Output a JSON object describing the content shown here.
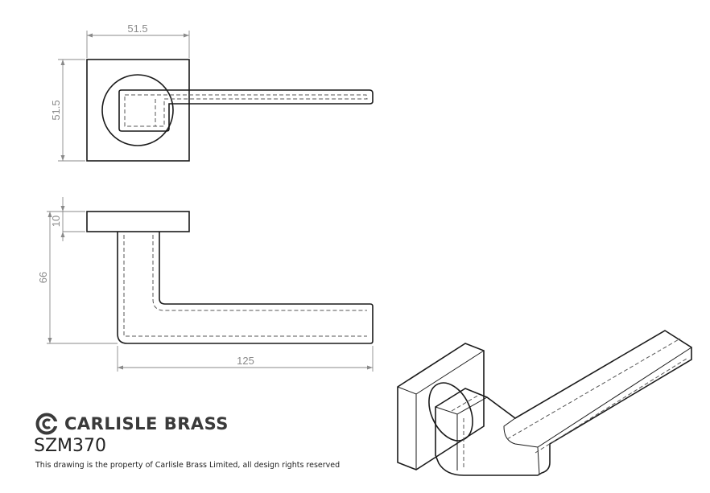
{
  "dimensions": {
    "top_width": "51.5",
    "top_height": "51.5",
    "rose_thickness": "10",
    "side_height": "66",
    "lever_length": "125"
  },
  "brand": {
    "logo_icon": "carlisle-brass-logo-icon",
    "name": "CARLISLE BRASS"
  },
  "product": {
    "code": "SZM370"
  },
  "footer": {
    "disclaimer": "This drawing is the property of Carlisle Brass Limited, all design rights reserved"
  }
}
